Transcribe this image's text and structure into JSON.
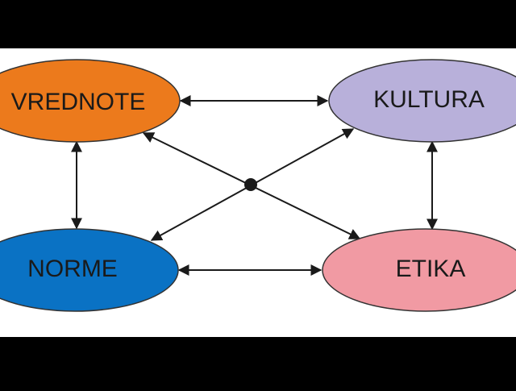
{
  "diagram": {
    "nodes": [
      {
        "id": "vrednote",
        "label": "VREDNOTE",
        "color": "#ec7a1c"
      },
      {
        "id": "kultura",
        "label": "KULTURA",
        "color": "#b8b0da"
      },
      {
        "id": "norme",
        "label": "NORME",
        "color": "#0a72c4"
      },
      {
        "id": "etika",
        "label": "ETIKA",
        "color": "#f19aa3"
      }
    ],
    "edges": [
      {
        "from": "vrednote",
        "to": "kultura",
        "type": "bidirectional"
      },
      {
        "from": "vrednote",
        "to": "norme",
        "type": "bidirectional"
      },
      {
        "from": "kultura",
        "to": "etika",
        "type": "bidirectional"
      },
      {
        "from": "norme",
        "to": "etika",
        "type": "bidirectional"
      },
      {
        "from": "vrednote",
        "to": "etika",
        "type": "bidirectional",
        "via": "center"
      },
      {
        "from": "kultura",
        "to": "norme",
        "type": "bidirectional",
        "via": "center"
      }
    ],
    "colors": {
      "background": "#ffffff",
      "letterbox": "#000000",
      "stroke": "#333333",
      "arrow": "#1a1a1a"
    }
  }
}
